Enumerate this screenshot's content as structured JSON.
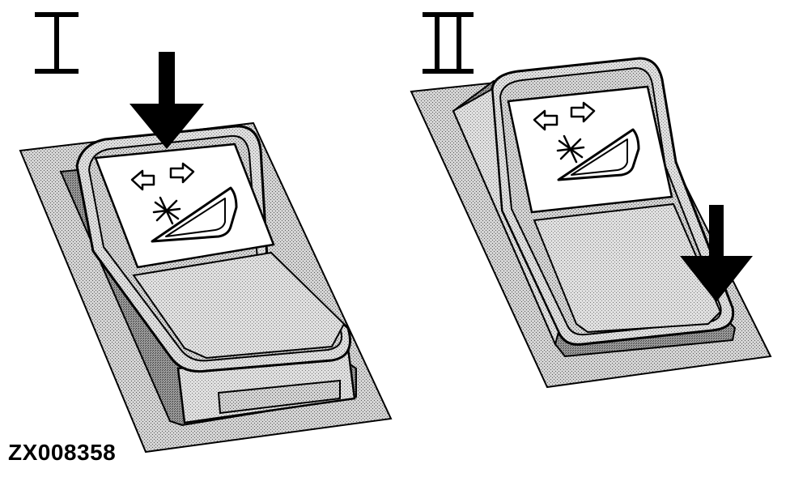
{
  "figure": {
    "panels": [
      {
        "label": "I",
        "state": "top of switch pressed"
      },
      {
        "label": "II",
        "state": "bottom of switch pressed"
      }
    ],
    "reference_code": "ZX008358",
    "colors": {
      "ink": "#000000",
      "plate": "#b8b8b8",
      "switch_body": "#c8c8c8",
      "label_face": "#ffffff"
    },
    "icons": [
      "left-arrow-icon",
      "right-arrow-icon",
      "defrost-asterisk-icon",
      "windshield-icon",
      "press-arrow-icon"
    ]
  }
}
